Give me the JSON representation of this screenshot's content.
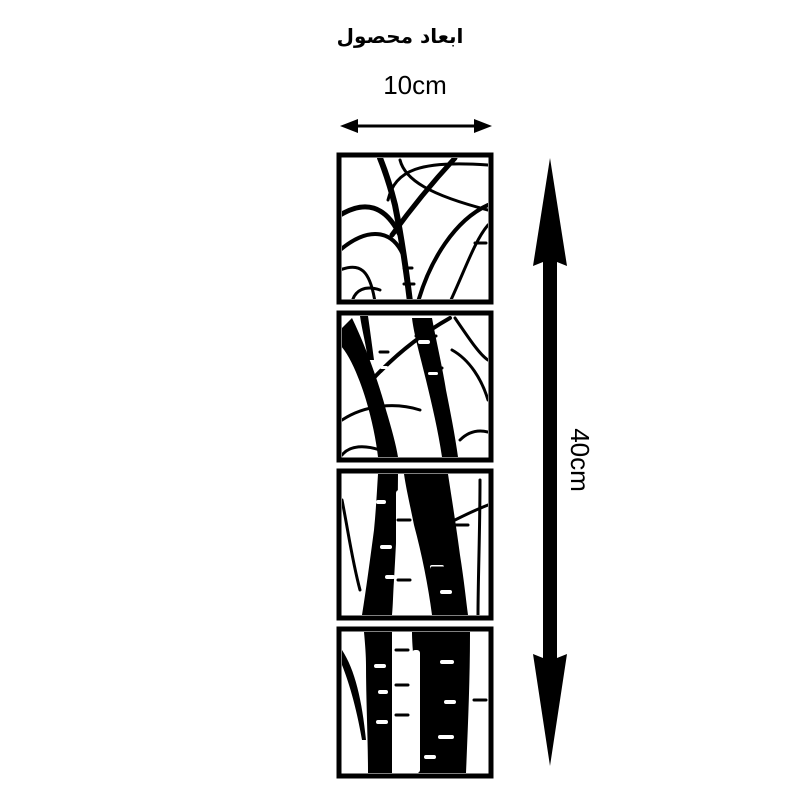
{
  "title": "ابعاد محصول",
  "dimensions": {
    "width_label": "10cm",
    "height_label": "40cm"
  },
  "colors": {
    "ink": "#000000",
    "background": "#ffffff"
  },
  "product": {
    "panel_count": 4,
    "motif": "birch-tree-branches"
  }
}
